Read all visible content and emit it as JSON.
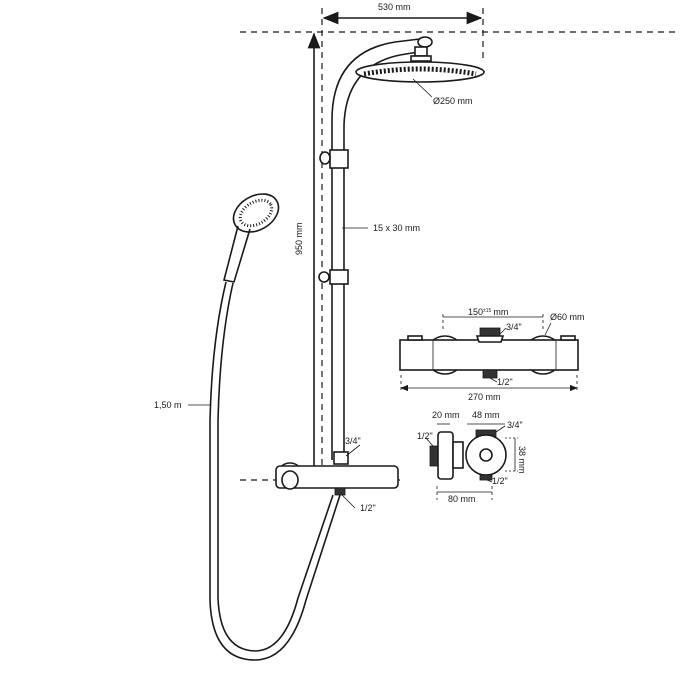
{
  "title": "Shower system dimension drawing",
  "dimensions": {
    "arm_projection": "530 mm",
    "height": "950 mm",
    "head_diameter": "Ø250 mm",
    "rail_section": "15 x 30 mm",
    "hose_length": "1,50 m",
    "inlet_top": "3/4\"",
    "outlet_bottom": "1/2\""
  },
  "thermostat_front": {
    "center_distance": "150",
    "center_tolerance": "±15",
    "center_unit": "mm",
    "knob_diameter": "Ø60 mm",
    "inlet_top": "3/4\"",
    "outlet_bottom": "1/2\"",
    "width": "270 mm"
  },
  "thermostat_side": {
    "flange": "20 mm",
    "body": "48 mm",
    "height": "38 mm",
    "depth": "80 mm",
    "inlet_left": "1/2\"",
    "inlet_top": "3/4\"",
    "outlet_bottom": "1/2\""
  }
}
